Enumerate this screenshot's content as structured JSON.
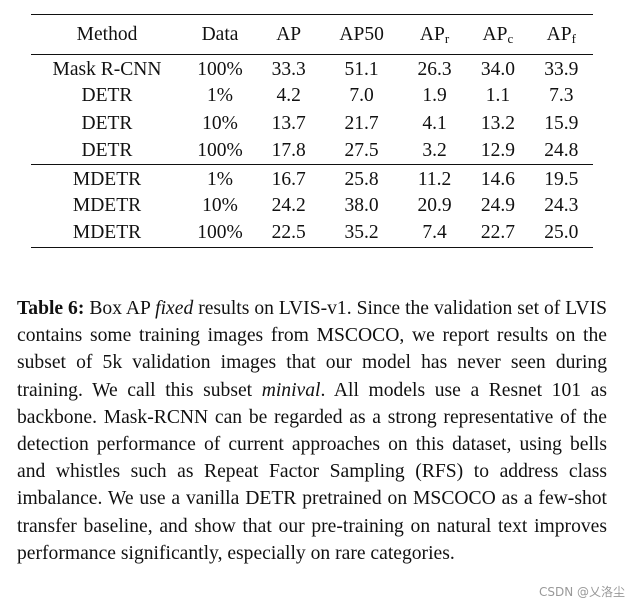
{
  "table": {
    "headers": [
      "Method",
      "Data",
      "AP",
      "AP50",
      "AP",
      "AP",
      "AP"
    ],
    "header_subscripts": [
      "",
      "",
      "",
      "",
      "r",
      "c",
      "f"
    ],
    "rows": [
      [
        "Mask R-CNN",
        "100%",
        "33.3",
        "51.1",
        "26.3",
        "34.0",
        "33.9"
      ],
      [
        "DETR",
        "1%",
        "4.2",
        "7.0",
        "1.9",
        "1.1",
        "7.3"
      ],
      [
        "DETR",
        "10%",
        "13.7",
        "21.7",
        "4.1",
        "13.2",
        "15.9"
      ],
      [
        "DETR",
        "100%",
        "17.8",
        "27.5",
        "3.2",
        "12.9",
        "24.8"
      ],
      [
        "MDETR",
        "1%",
        "16.7",
        "25.8",
        "11.2",
        "14.6",
        "19.5"
      ],
      [
        "MDETR",
        "10%",
        "24.2",
        "38.0",
        "20.9",
        "24.9",
        "24.3"
      ],
      [
        "MDETR",
        "100%",
        "22.5",
        "35.2",
        "7.4",
        "22.7",
        "25.0"
      ]
    ]
  },
  "caption": {
    "label": "Table 6:",
    "t1": " Box AP ",
    "i1": "fixed",
    "t2": " results on LVIS-v1. Since the validation set of LVIS contains some training images from MSCOCO, we report results on the subset of 5k validation images that our model has never seen during training. We call this subset ",
    "i2": "minival",
    "t3": ". All models use a Resnet 101 as backbone. Mask-RCNN can be regarded as a strong representative of the detection performance of current approaches on this dataset, using bells and whistles such as Repeat Factor Sampling (RFS) to address class imbalance. We use a vanilla DETR pretrained on MSCOCO as a few-shot transfer baseline, and show that our pre-training on natural text improves performance significantly, especially on rare categories."
  },
  "watermark": "CSDN @乂洛尘"
}
